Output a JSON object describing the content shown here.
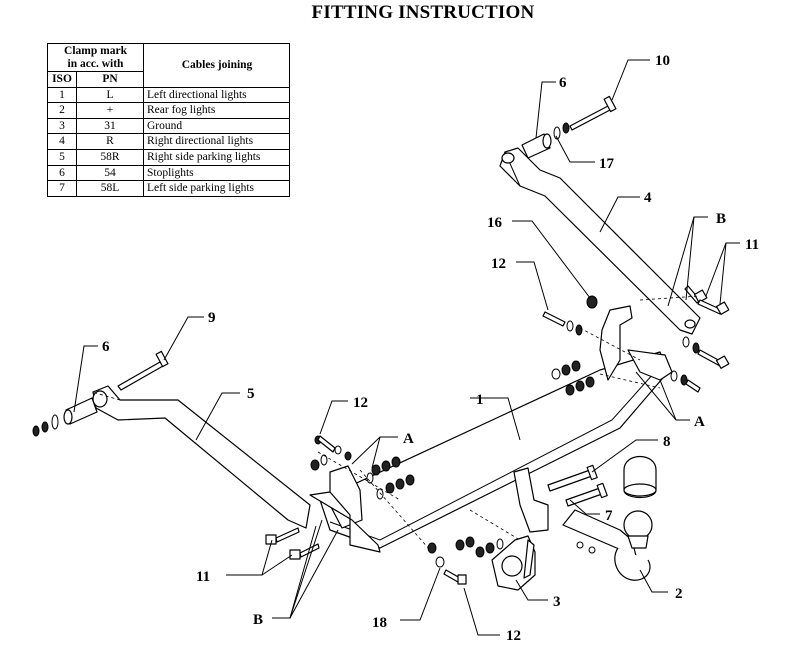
{
  "title": "FITTING INSTRUCTION",
  "table": {
    "header_clamp_line1": "Clamp mark",
    "header_clamp_line2": "in acc. with",
    "header_iso": "ISO",
    "header_pn": "PN",
    "header_cables": "Cables joining",
    "rows": [
      {
        "iso": "1",
        "pn": "L",
        "cable": "Left directional lights"
      },
      {
        "iso": "2",
        "pn": "+",
        "cable": "Rear fog lights"
      },
      {
        "iso": "3",
        "pn": "31",
        "cable": "Ground"
      },
      {
        "iso": "4",
        "pn": "R",
        "cable": "Right directional lights"
      },
      {
        "iso": "5",
        "pn": "58R",
        "cable": "Right side parking lights"
      },
      {
        "iso": "6",
        "pn": "54",
        "cable": "Stoplights"
      },
      {
        "iso": "7",
        "pn": "58L",
        "cable": "Left side parking lights"
      }
    ]
  },
  "callouts": {
    "c10": "10",
    "c6_top": "6",
    "c17": "17",
    "c4": "4",
    "c16": "16",
    "c_b_top": "B",
    "c11_right": "11",
    "c12_top": "12",
    "c9": "9",
    "c6_left": "6",
    "c5": "5",
    "c12_mid": "12",
    "c_a_left": "A",
    "c1": "1",
    "c_a_right": "A",
    "c8": "8",
    "c7": "7",
    "c11_left": "11",
    "c_b_bottom": "B",
    "c18": "18",
    "c12_bottom": "12",
    "c3": "3",
    "c2": "2"
  }
}
